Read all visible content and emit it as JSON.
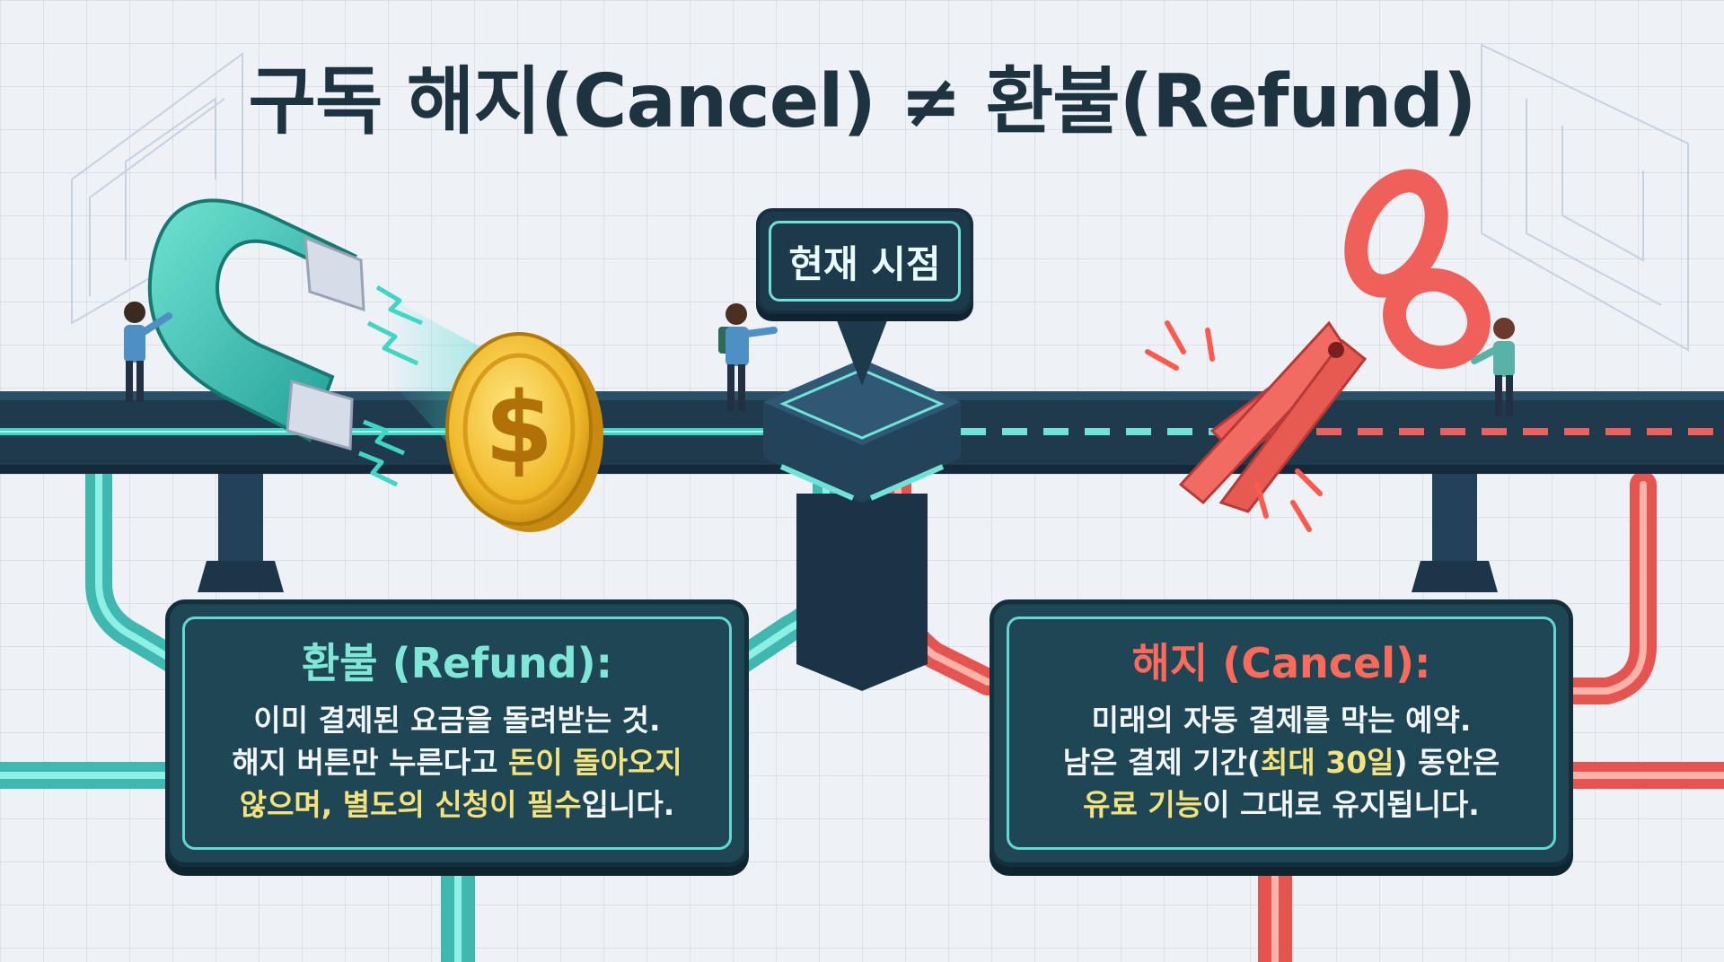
{
  "title": "구독 해지(Cancel) ≠ 환불(Refund)",
  "marker_label": "현재 시점",
  "refund": {
    "heading": "환불 (Refund):",
    "line1": "이미 결제된 요금을 돌려받는 것.",
    "line2_a": "해지 버튼만 누른다고 ",
    "line2_hl": "돈이 돌아오지",
    "line3_hl": "않으며, 별도의 신청이 필수",
    "line3_b": "입니다."
  },
  "cancel": {
    "heading": "해지 (Cancel):",
    "line1": "미래의 자동 결제를 막는 예약.",
    "line2_a": "남은 결제 기간(",
    "line2_hl": "최대 30일",
    "line2_b": ") 동안은",
    "line3_hl": "유료 기능",
    "line3_b": "이 그대로 유지됩니다."
  },
  "coin_symbol": "$",
  "colors": {
    "refund_accent": "#4ecdc4",
    "cancel_accent": "#f0605a",
    "highlight": "#f3e37a",
    "panel_bg": "#1f4654",
    "road": "#1e3a4c"
  },
  "icons": [
    "magnet-icon",
    "coin-icon",
    "scissors-icon",
    "person-icon"
  ]
}
